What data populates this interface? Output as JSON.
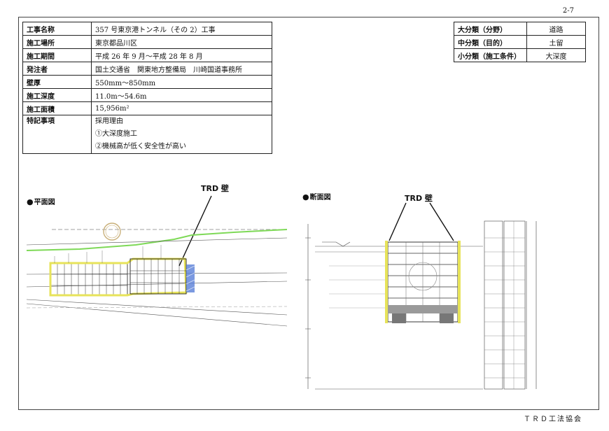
{
  "page_number": "2-7",
  "info_table": [
    {
      "label": "工事名称",
      "value": "357 号東京港トンネル（その 2）工事"
    },
    {
      "label": "施工場所",
      "value": "東京都品川区"
    },
    {
      "label": "施工期間",
      "value": "平成 26 年 9 月～平成 28 年 8 月"
    },
    {
      "label": "発注者",
      "value": "国土交通省　関東地方整備局　川崎国道事務所"
    },
    {
      "label": "壁厚",
      "value": "550mm～850mm"
    },
    {
      "label": "施工深度",
      "value": "11.0m～54.6m"
    },
    {
      "label": "施工面積",
      "value": "15,956m²"
    }
  ],
  "special": {
    "label": "特記事項",
    "lines": [
      "採用理由",
      "①大深度施工",
      "②機械高が低く安全性が高い"
    ]
  },
  "classification": [
    {
      "label": "大分類（分野）",
      "value": "道路"
    },
    {
      "label": "中分類（目的）",
      "value": "土留"
    },
    {
      "label": "小分類（施工条件）",
      "value": "大深度"
    }
  ],
  "plan_view": {
    "title": "平面図",
    "annotation": "TRD 壁"
  },
  "section_view": {
    "title": "断面図",
    "annotation": "TRD 壁"
  },
  "footer": "ＴＲＤ工法協会",
  "colors": {
    "trd_wall": "#e7e35a",
    "green_line": "#7ed957",
    "blue_hatch": "#5a7fd8"
  }
}
